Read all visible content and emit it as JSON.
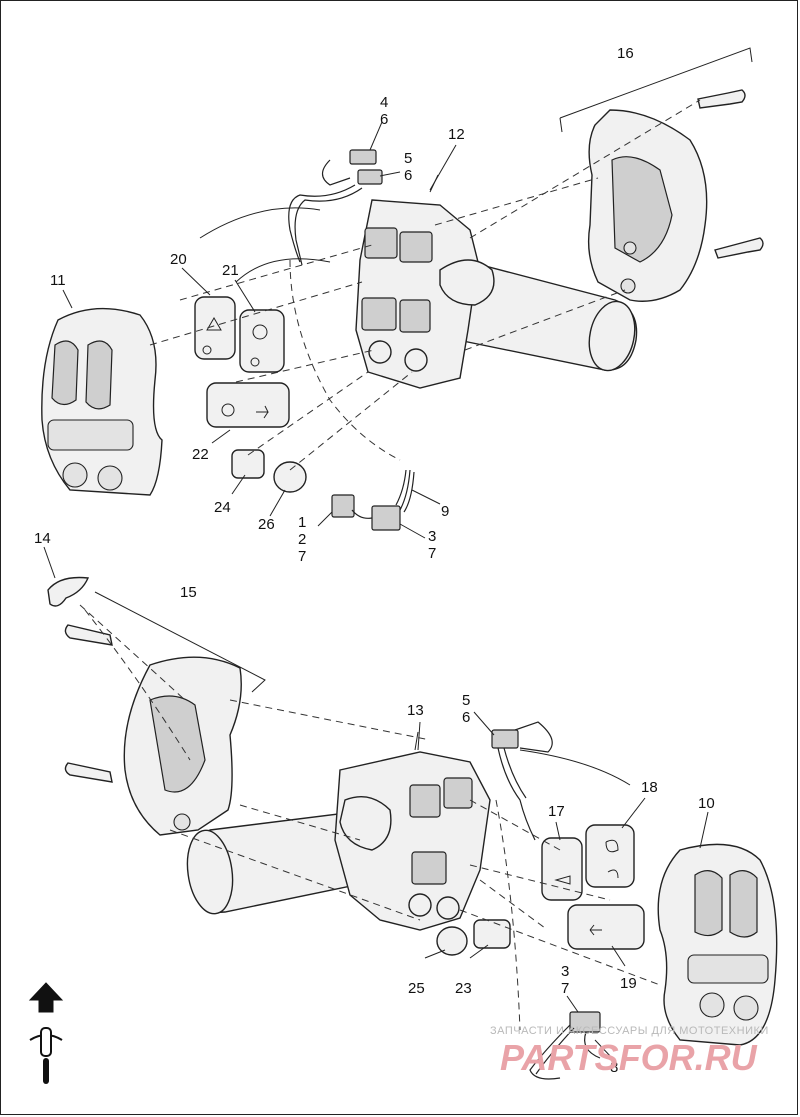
{
  "callouts": [
    {
      "id": "c4",
      "text": "4"
    },
    {
      "id": "c6a",
      "text": "6"
    },
    {
      "id": "c5a",
      "text": "5"
    },
    {
      "id": "c6b",
      "text": "6"
    },
    {
      "id": "c12",
      "text": "12"
    },
    {
      "id": "c16",
      "text": "16"
    },
    {
      "id": "c20",
      "text": "20"
    },
    {
      "id": "c21",
      "text": "21"
    },
    {
      "id": "c11",
      "text": "11"
    },
    {
      "id": "c22",
      "text": "22"
    },
    {
      "id": "c24",
      "text": "24"
    },
    {
      "id": "c26",
      "text": "26"
    },
    {
      "id": "c9",
      "text": "9"
    },
    {
      "id": "c1",
      "text": "1"
    },
    {
      "id": "c2",
      "text": "2"
    },
    {
      "id": "c7a",
      "text": "7"
    },
    {
      "id": "c3a",
      "text": "3"
    },
    {
      "id": "c7b",
      "text": "7"
    },
    {
      "id": "c14",
      "text": "14"
    },
    {
      "id": "c15",
      "text": "15"
    },
    {
      "id": "c13",
      "text": "13"
    },
    {
      "id": "c5b",
      "text": "5"
    },
    {
      "id": "c6c",
      "text": "6"
    },
    {
      "id": "c17",
      "text": "17"
    },
    {
      "id": "c18",
      "text": "18"
    },
    {
      "id": "c10",
      "text": "10"
    },
    {
      "id": "c25",
      "text": "25"
    },
    {
      "id": "c23",
      "text": "23"
    },
    {
      "id": "c19",
      "text": "19"
    },
    {
      "id": "c3b",
      "text": "3"
    },
    {
      "id": "c7c",
      "text": "7"
    },
    {
      "id": "c8",
      "text": "8"
    }
  ],
  "watermark": {
    "tagline": "ЗАПЧАСТИ И АКСЕССУАРЫ ДЛЯ МОТОТЕХНИКИ",
    "brand": "PARTSFOR.RU"
  },
  "colors": {
    "line": "#222222",
    "fill": "#f1f1f1",
    "watermark_red": "#e9a3a8",
    "watermark_gray": "#b9b9b9"
  },
  "icons": [
    "front-direction-arrow-icon",
    "motorcycle-front-icon"
  ]
}
